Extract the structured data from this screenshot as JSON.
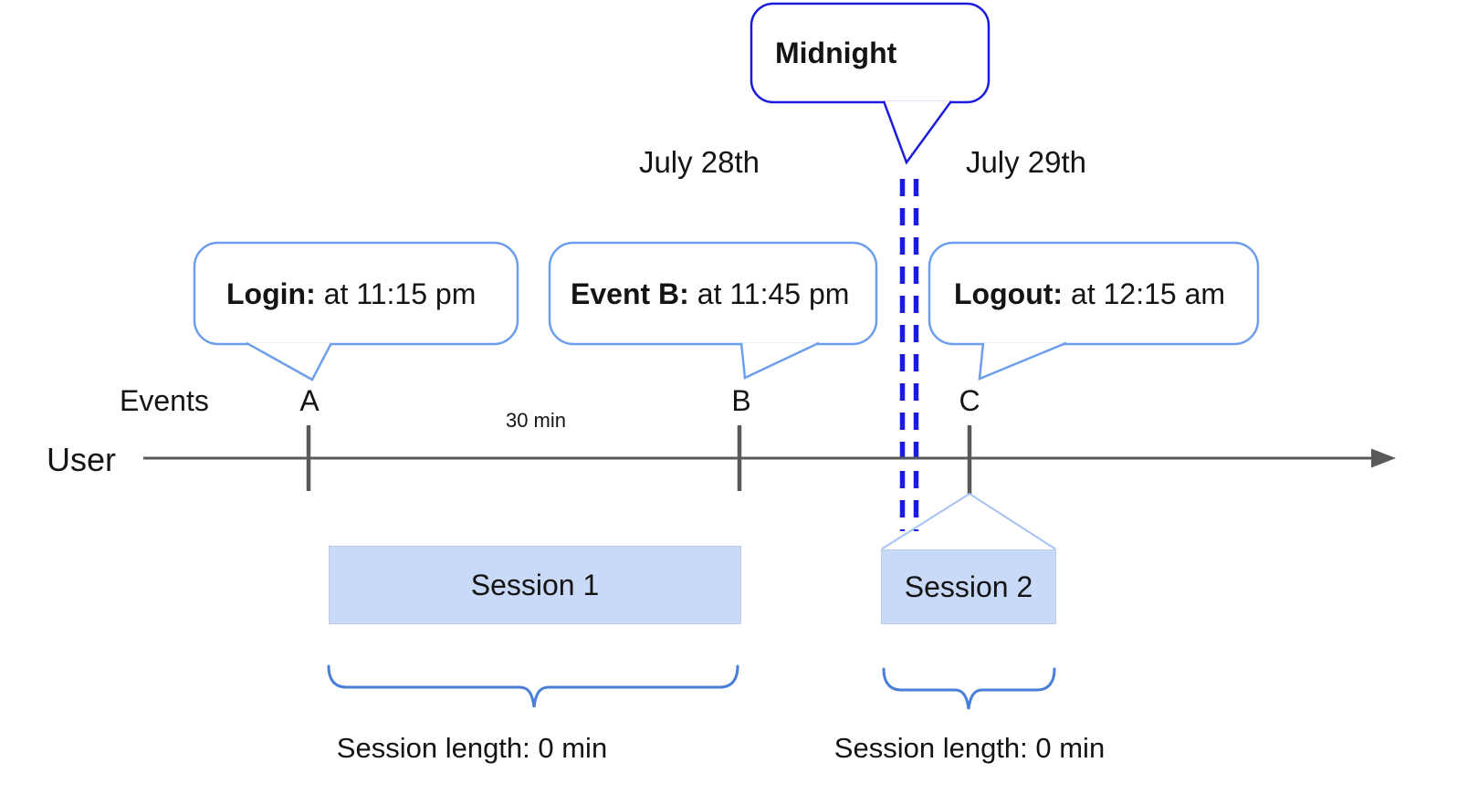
{
  "dates": {
    "before_midnight": "July 28th",
    "after_midnight": "July 29th"
  },
  "midnight": {
    "label": "Midnight"
  },
  "callouts": {
    "login": {
      "title": "Login:",
      "time": "at 11:15 pm"
    },
    "event_b": {
      "title": "Event B:",
      "time": "at 11:45 pm"
    },
    "logout": {
      "title": "Logout:",
      "time": "at 12:15 am"
    }
  },
  "timeline": {
    "events_label": "Events",
    "user_label": "User",
    "interval_label": "30 min",
    "markers": {
      "a": "A",
      "b": "B",
      "c": "C"
    }
  },
  "sessions": {
    "s1": {
      "label": "Session 1",
      "length": "Session length: 0 min"
    },
    "s2": {
      "label": "Session 2",
      "length": "Session length: 0 min"
    }
  },
  "colors": {
    "midnight_blue": "#1b1be0",
    "bubble_border_blue": "#6d9eeb",
    "brace_blue": "#4a7fd9",
    "session_fill": "#c9daf8",
    "funnel_light_blue": "#a4c2f4",
    "timeline_gray": "#595959",
    "text_black": "#141414"
  }
}
